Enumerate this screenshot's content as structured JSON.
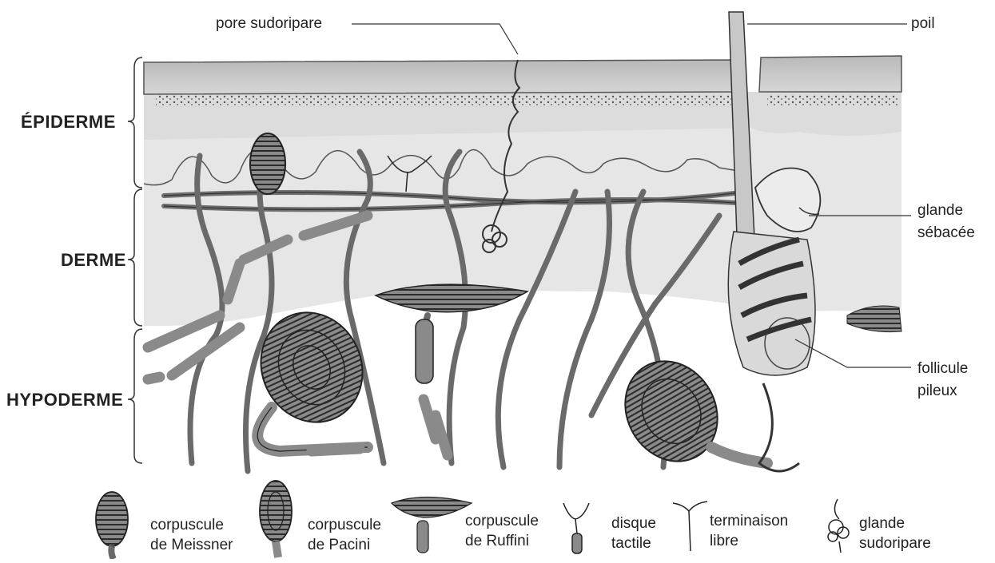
{
  "layers": {
    "epiderme": "ÉPIDERME",
    "derme": "DERME",
    "hypoderme": "HYPODERME"
  },
  "callouts": {
    "pore": "pore sudoripare",
    "poil": "poil",
    "glande_sebacee_line1": "glande",
    "glande_sebacee_line2": "sébacée",
    "follicule_line1": "follicule",
    "follicule_line2": "pileux"
  },
  "legend": [
    {
      "line1": "corpuscule",
      "line2": "de Meissner",
      "icon": "meissner-corpuscle-icon"
    },
    {
      "line1": "corpuscule",
      "line2": "de Pacini",
      "icon": "pacini-corpuscle-icon"
    },
    {
      "line1": "corpuscule",
      "line2": "de Ruffini",
      "icon": "ruffini-corpuscle-icon"
    },
    {
      "line1": "disque",
      "line2": "tactile",
      "icon": "tactile-disc-icon"
    },
    {
      "line1": "terminaison",
      "line2": "libre",
      "icon": "free-nerve-ending-icon"
    },
    {
      "line1": "glande",
      "line2": "sudoripare",
      "icon": "sweat-gland-icon"
    }
  ],
  "colors": {
    "epidermis": "#c9c9c9",
    "dermis": "#e4e4e4",
    "hypodermis": "#ffffff",
    "nerve": "#7a7a7a",
    "ink": "#2a2a2a"
  }
}
